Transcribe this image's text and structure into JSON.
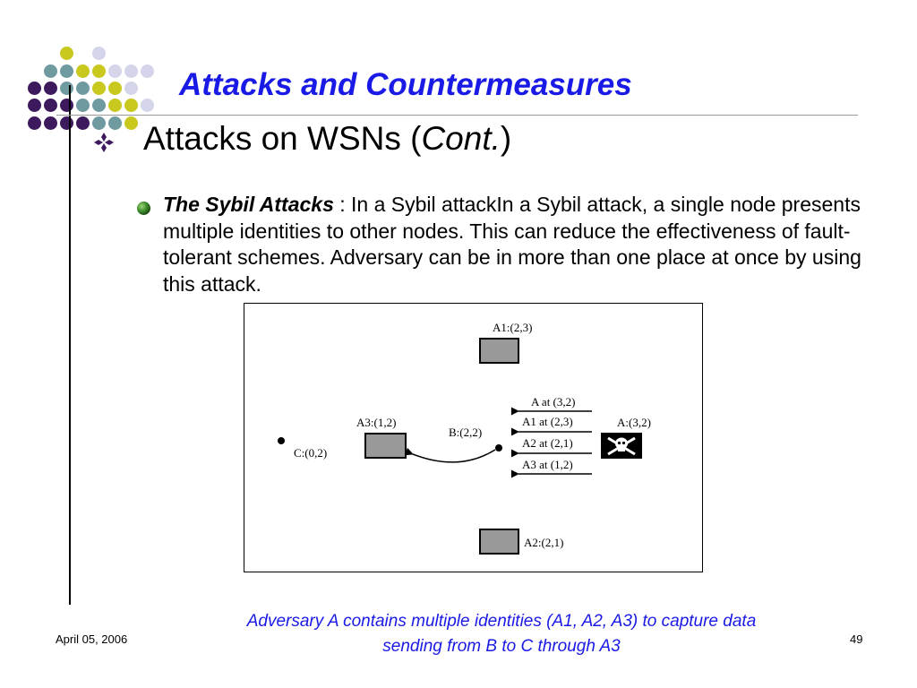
{
  "slide": {
    "title": "Attacks and Countermeasures",
    "heading_main": "Attacks on WSNs (",
    "heading_italic": "Cont.",
    "heading_end": ")",
    "bullet_term": "The Sybil Attacks",
    "bullet_text": " : In a Sybil attackIn a Sybil attack, a single node presents multiple identities to other nodes. This can reduce the effectiveness of fault-tolerant schemes. Adversary can be in more than one place at once by using this attack.",
    "caption_line1": "Adversary A contains multiple identities (A1, A2, A3) to capture data",
    "caption_line2": "sending from B to C through A3",
    "date": "April 05, 2006",
    "page_number": "49"
  },
  "figure": {
    "a1_label": "A1:(2,3)",
    "a2_label": "A2:(2,1)",
    "a3_label": "A3:(1,2)",
    "b_label": "B:(2,2)",
    "c_label": "C:(0,2)",
    "a_label": "A:(3,2)",
    "arrow_labels": [
      "A at (3,2)",
      "A1 at (2,3)",
      "A2 at (2,1)",
      "A3 at (1,2)"
    ]
  },
  "colors": {
    "purple": "#3d1a5e",
    "teal": "#6e9aa0",
    "lime": "#c8c81e",
    "lavender": "#d4d4ea",
    "title_blue": "#1a1ae6"
  }
}
